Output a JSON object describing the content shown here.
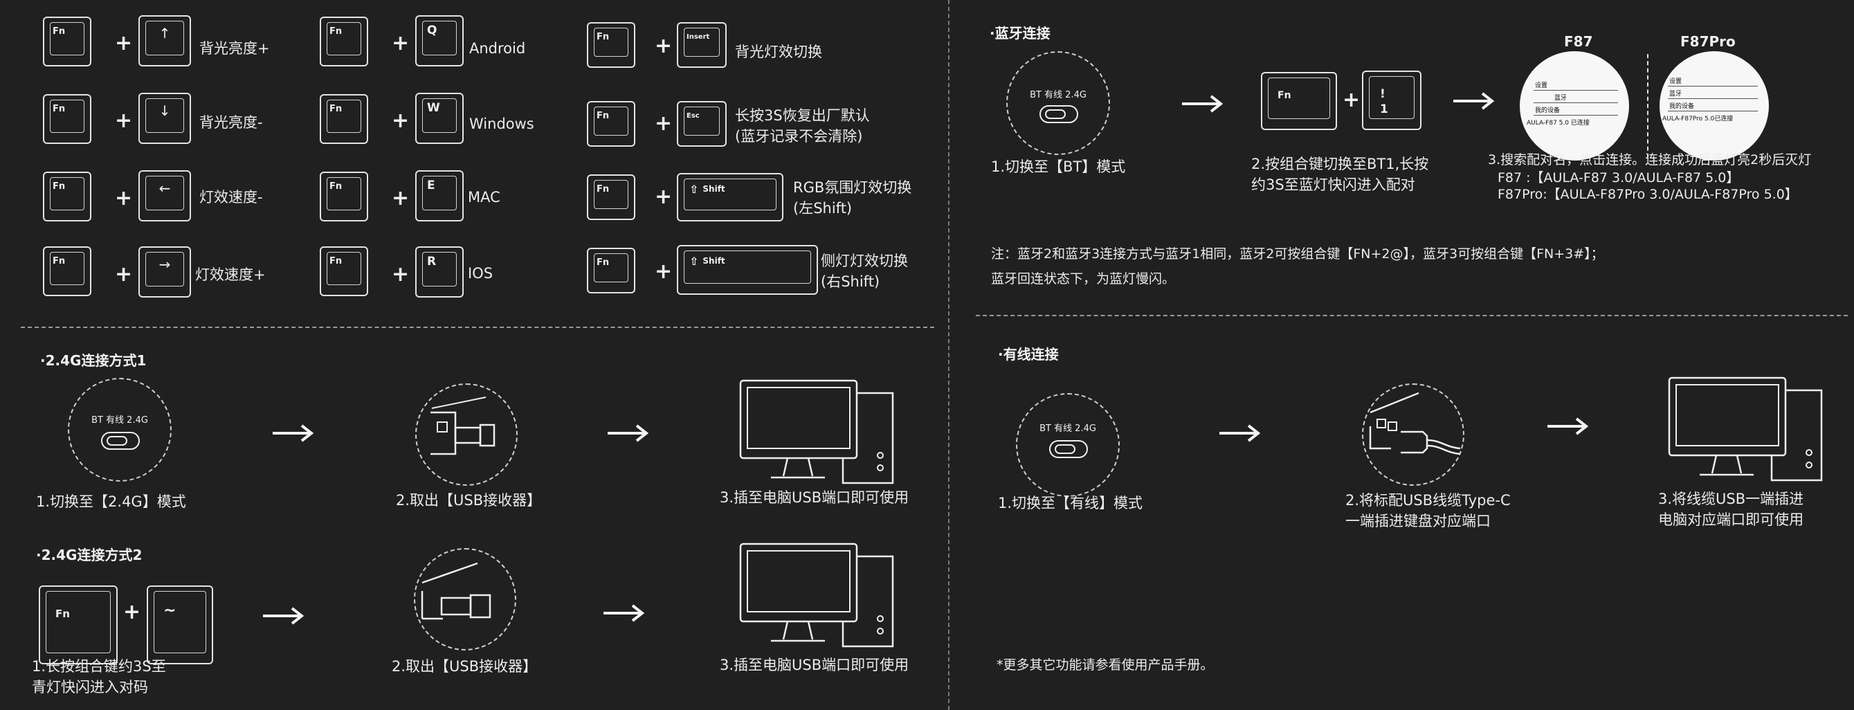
{
  "keys": {
    "fn": "Fn",
    "q": "Q",
    "w": "W",
    "e": "E",
    "r": "R",
    "insert": "Insert",
    "esc": "Esc",
    "shift": "Shift",
    "one_top": "!",
    "one_bottom": "1",
    "tilde": "~"
  },
  "shortcuts": {
    "backlight_up": "背光亮度+",
    "backlight_down": "背光亮度-",
    "speed_down": "灯效速度-",
    "speed_up": "灯效速度+",
    "android": "Android",
    "windows": "Windows",
    "mac": "MAC",
    "ios": "IOS",
    "backlight_switch": "背光灯效切换",
    "factory_reset": "长按3S恢复出厂默认\n(蓝牙记录不会清除)",
    "rgb_switch": "RGB氛围灯效切换\n(左Shift)",
    "side_switch": "侧灯灯效切换\n(右Shift)"
  },
  "bluetooth": {
    "heading": "·蓝牙连接",
    "switch_label": "BT 有线 2.4G",
    "step1": "1.切换至【BT】模式",
    "step2": "2.按组合键切换至BT1,长按\n约3S至蓝灯快闪进入配对",
    "step3_title": "3.搜索配对名，点击连接。连接成功后蓝灯亮2秒后灭灯",
    "step3_f87": "F87      :【AULA-F87 3.0/AULA-F87 5.0】",
    "step3_f87pro": "F87Pro:【AULA-F87Pro 3.0/AULA-F87Pro 5.0】",
    "model_a": "F87",
    "model_b": "F87Pro",
    "phone_a_rows": [
      "设置",
      "蓝牙",
      "我的设备",
      "AULA-F87 5.0  已连接"
    ],
    "phone_b_rows": [
      "设置",
      "蓝牙",
      "我的设备",
      "AULA-F87Pro 5.0已连接"
    ],
    "note_line1": "注：蓝牙2和蓝牙3连接方式与蓝牙1相同，蓝牙2可按组合键【FN+2@】，蓝牙3可按组合键【FN+3#】；",
    "note_line2": "蓝牙回连状态下，为蓝灯慢闪。"
  },
  "wireless1": {
    "heading": "·2.4G连接方式1",
    "switch_label": "BT 有线 2.4G",
    "step1": "1.切换至【2.4G】模式",
    "step2": "2.取出【USB接收器】",
    "step3": "3.插至电脑USB端口即可使用"
  },
  "wireless2": {
    "heading": "·2.4G连接方式2",
    "step1": "1.长按组合键约3S至\n青灯快闪进入对码",
    "step2": "2.取出【USB接收器】",
    "step3": "3.插至电脑USB端口即可使用"
  },
  "wired": {
    "heading": "·有线连接",
    "switch_label": "BT 有线 2.4G",
    "step1": "1.切换至【有线】模式",
    "step2": "2.将标配USB线缆Type-C\n一端插进键盘对应端口",
    "step3": "3.将线缆USB一端插进\n电脑对应端口即可使用"
  },
  "footer_note": "*更多其它功能请参看使用产品手册。"
}
